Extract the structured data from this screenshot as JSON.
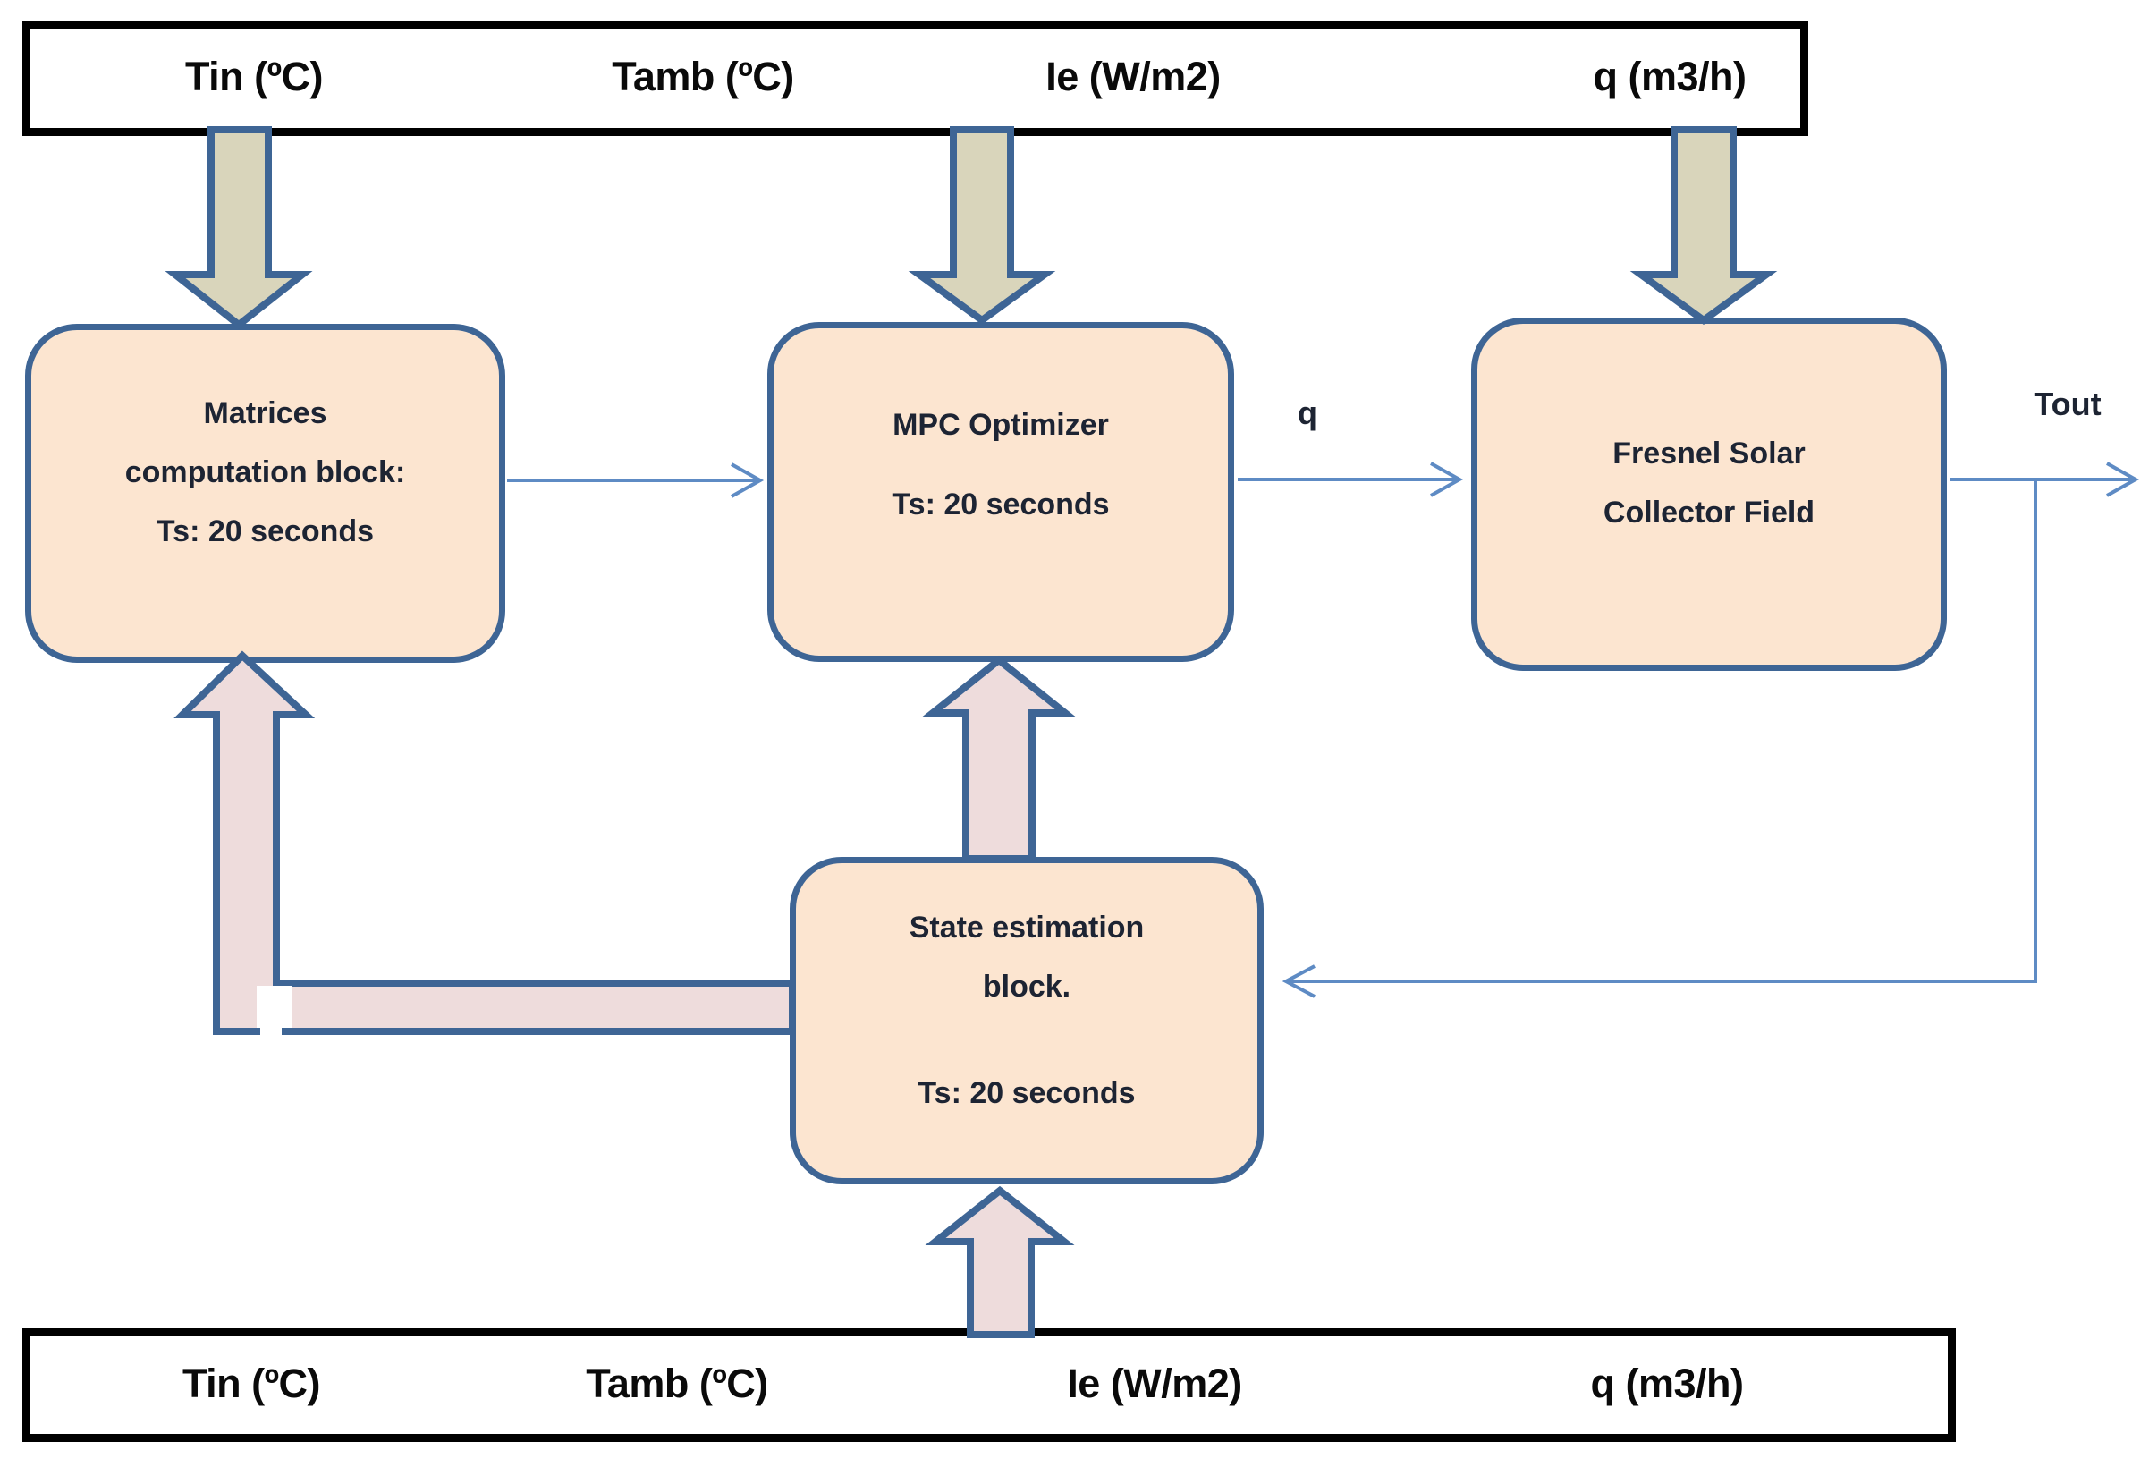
{
  "top_bar": {
    "labels": [
      "Tin (ºC)",
      "Tamb (ºC)",
      "Ie (W/m2)",
      "q (m3/h)"
    ]
  },
  "bottom_bar": {
    "labels": [
      "Tin (ºC)",
      "Tamb (ºC)",
      "Ie (W/m2)",
      "q (m3/h)"
    ]
  },
  "blocks": {
    "matrices": {
      "lines": [
        "Matrices",
        "computation block:",
        "Ts: 20 seconds"
      ]
    },
    "mpc": {
      "lines": [
        "MPC Optimizer",
        "Ts: 20 seconds"
      ]
    },
    "fresnel": {
      "lines": [
        "Fresnel Solar",
        "Collector Field"
      ]
    },
    "state": {
      "lines": [
        "State estimation",
        "block.",
        "Ts: 20 seconds"
      ]
    }
  },
  "signal_labels": {
    "q": "q",
    "tout": "Tout"
  },
  "colors": {
    "block_fill": "#fce5d0",
    "block_border": "#3e6595",
    "khaki_arrow_fill": "#d9d5bb",
    "pink_arrow_fill": "#eedcdc",
    "connector_line": "#5e8bc4",
    "bar_border": "#000000",
    "bar_fill": "#ffffff"
  }
}
